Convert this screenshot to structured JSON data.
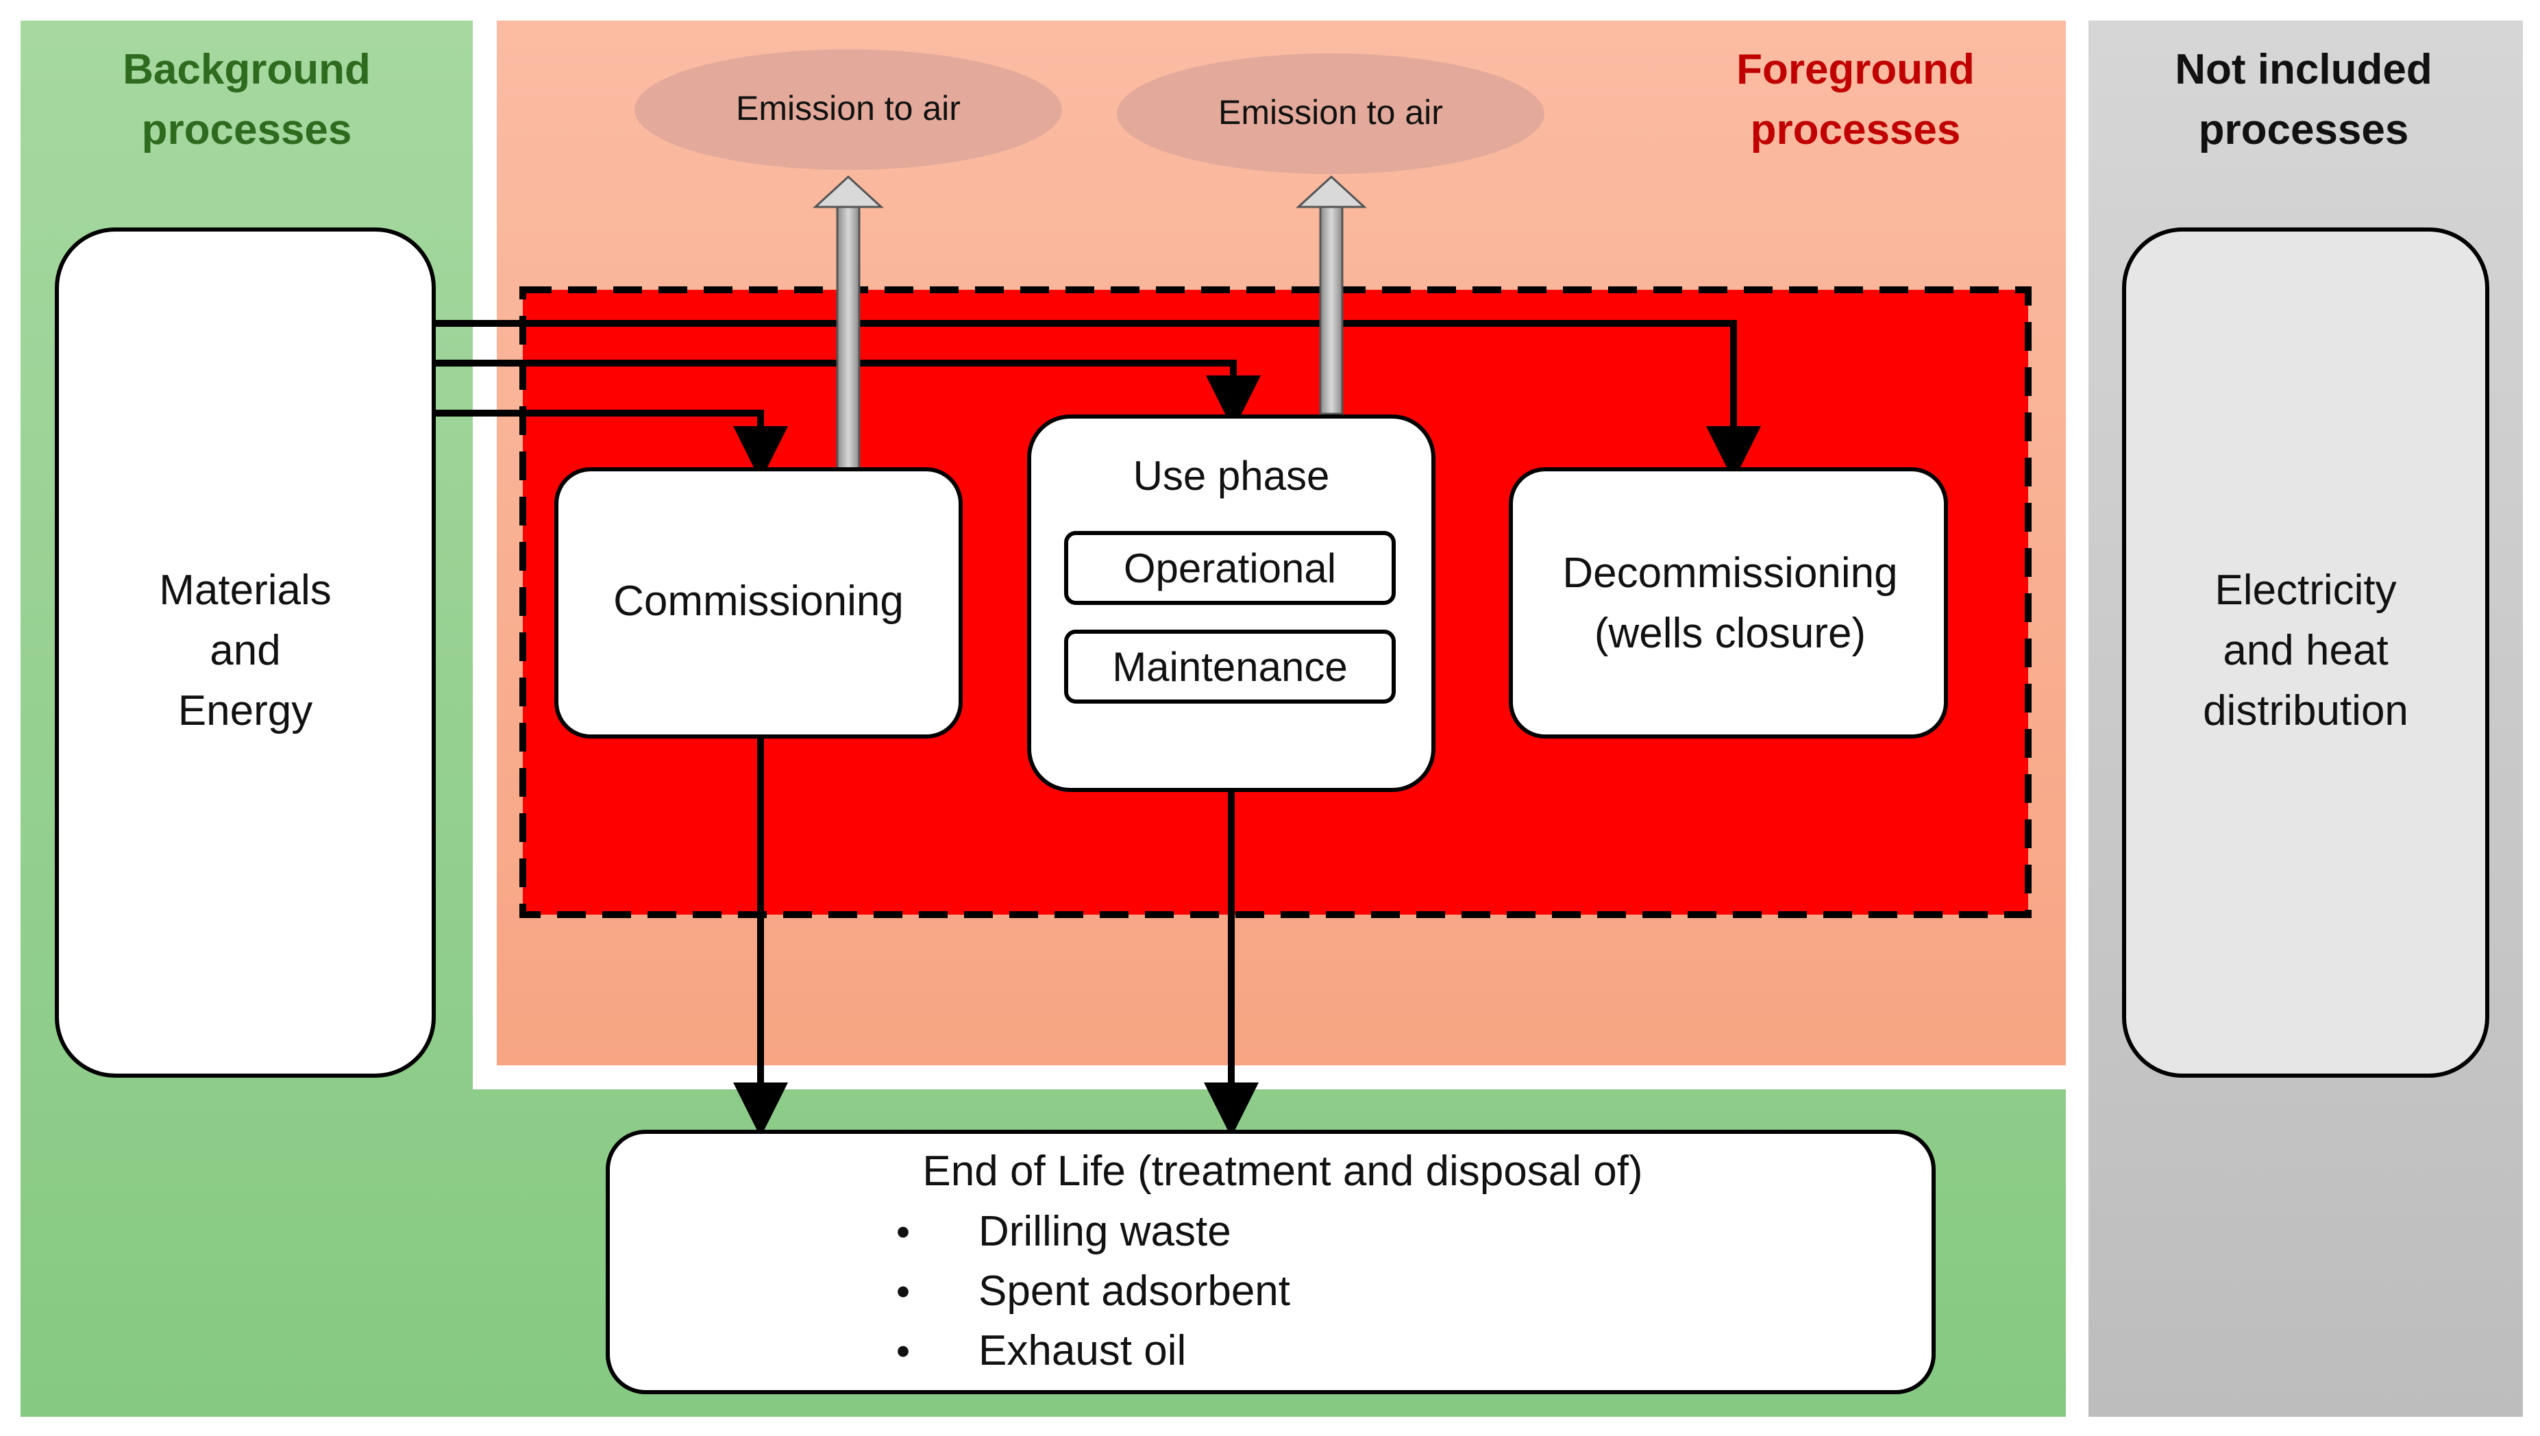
{
  "regions": {
    "background": {
      "title_line1": "Background",
      "title_line2": "processes",
      "color": "#8fcf8f",
      "title_color": "#2e6b1e"
    },
    "foreground": {
      "title_line1": "Foreground",
      "title_line2": "processes",
      "color": "#f8aa88",
      "title_color": "#c00000"
    },
    "not_included": {
      "title_line1": "Not included",
      "title_line2": "processes",
      "color": "#c8c8c8",
      "title_color": "#111111"
    },
    "system_boundary": {
      "color": "#ff0000"
    }
  },
  "emissions": [
    {
      "label": "Emission to air"
    },
    {
      "label": "Emission to air"
    }
  ],
  "boxes": {
    "materials": {
      "line1": "Materials",
      "line2": "and",
      "line3": "Energy"
    },
    "commissioning": {
      "label": "Commissioning"
    },
    "use_phase": {
      "title": "Use phase",
      "sub1": "Operational",
      "sub2": "Maintenance"
    },
    "decommissioning": {
      "line1": "Decommissioning",
      "line2": "(wells closure)"
    },
    "electricity": {
      "line1": "Electricity",
      "line2": "and heat",
      "line3": "distribution"
    },
    "end_of_life": {
      "title": "End of Life (treatment and disposal of)",
      "items": [
        "Drilling waste",
        "Spent adsorbent",
        "Exhaust oil"
      ],
      "bullet": "•"
    }
  }
}
